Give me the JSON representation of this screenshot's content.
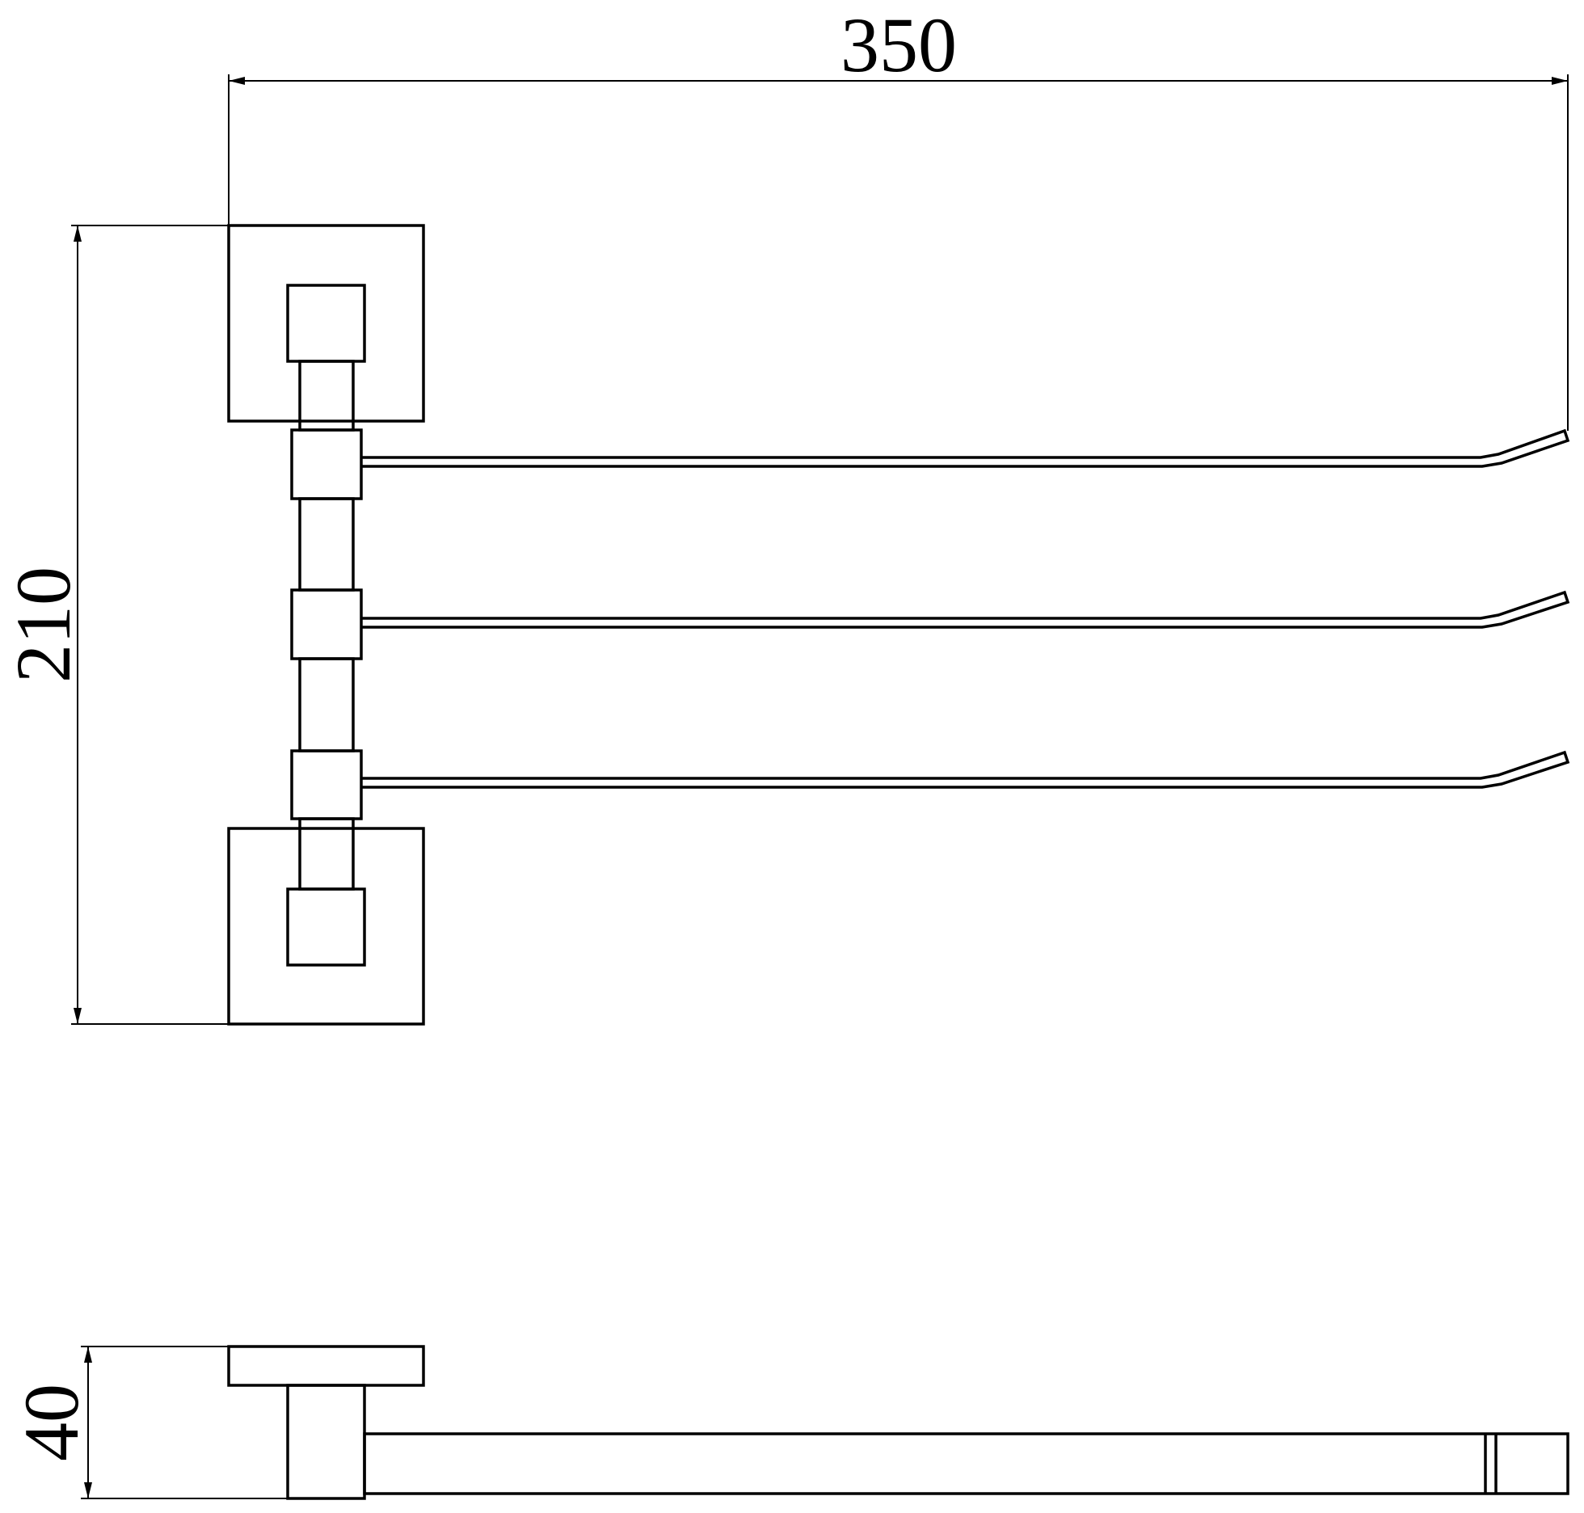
{
  "dimensions": {
    "width_label": "350",
    "height_label": "210",
    "depth_label": "40"
  },
  "colors": {
    "line": "#000000",
    "background": "#ffffff"
  },
  "arm_count": 3
}
